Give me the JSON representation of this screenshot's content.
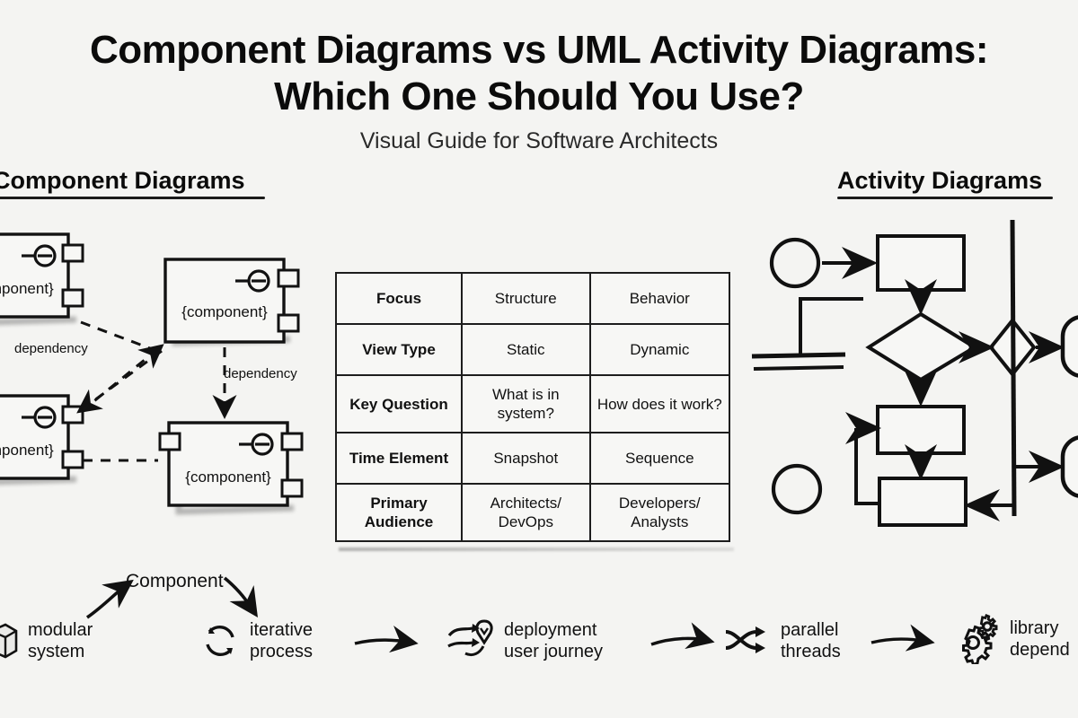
{
  "poster": {
    "title_line1": "Component Diagrams vs UML Activity Diagrams:",
    "title_line2": "Which One Should You Use?",
    "subtitle": "Visual Guide for Software Architects",
    "background_color": "#f4f4f2",
    "ink_color": "#111111"
  },
  "sections": {
    "left_header": "Component Diagrams",
    "right_header": "Activity Diagrams"
  },
  "left_diagram": {
    "component_label": "{component}",
    "dependency_label_1": "dependency",
    "dependency_label_2": "dependency",
    "components": [
      {
        "label": "{component}"
      },
      {
        "label": "{component}"
      },
      {
        "label": "{component}"
      },
      {
        "label": "{component}"
      }
    ]
  },
  "comparison_table": {
    "rows": [
      {
        "key": "Focus",
        "component": "Structure",
        "activity": "Behavior"
      },
      {
        "key": "View Type",
        "component": "Static",
        "activity": "Dynamic"
      },
      {
        "key": "Key Question",
        "component": "What is in\nsystem?",
        "activity": "How does it\nwork?"
      },
      {
        "key": "Time Element",
        "component": "Snapshot",
        "activity": "Sequence"
      },
      {
        "key": "Primary\nAudience",
        "component": "Architects/\nDevOps",
        "activity": "Developers/\nAnalysts"
      }
    ]
  },
  "bottom_row": {
    "annotation": "Component",
    "items": [
      {
        "icon": "cube-icon",
        "label": "modular\nsystem"
      },
      {
        "icon": "refresh-cycle-icon",
        "label": "iterative\nprocess"
      },
      {
        "icon": "route-pin-icon",
        "label": "deployment\nuser journey"
      },
      {
        "icon": "crossing-arrows-icon",
        "label": "parallel\nthreads"
      },
      {
        "icon": "gears-icon",
        "label": "library\ndepend"
      }
    ]
  }
}
